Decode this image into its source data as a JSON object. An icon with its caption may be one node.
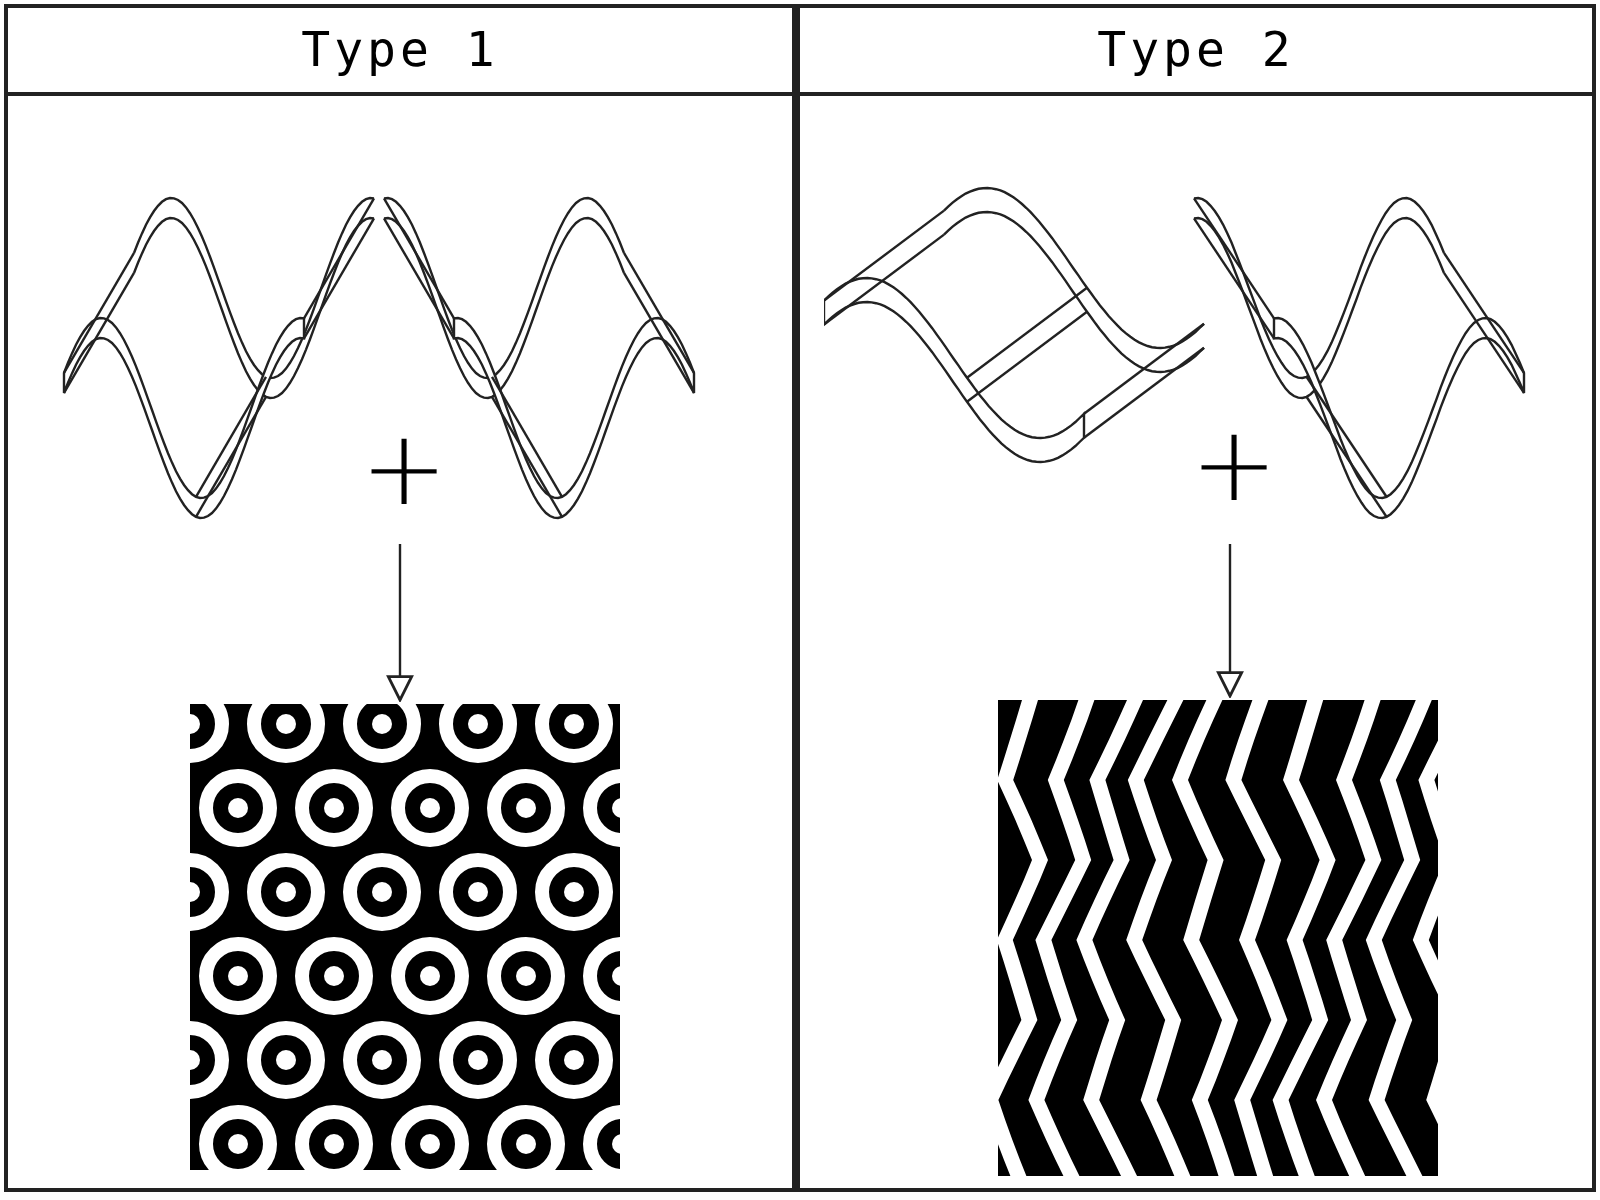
{
  "diagram": {
    "nodes": [
      {
        "text": [
          "Type 1"
        ]
      },
      {
        "text": [
          "+"
        ],
        "in": 0
      },
      {
        "text": [],
        "shape": "picture",
        "in": 0
      },
      {
        "text": [
          "Type 2"
        ]
      },
      {
        "text": [
          "+"
        ],
        "in": 3
      },
      {
        "text": [],
        "shape": "picture",
        "in": 3
      }
    ],
    "edges": [
      {
        "from": 1,
        "to": 2,
        "arrow": "to"
      },
      {
        "from": 4,
        "to": 5,
        "arrow": "to"
      }
    ]
  }
}
